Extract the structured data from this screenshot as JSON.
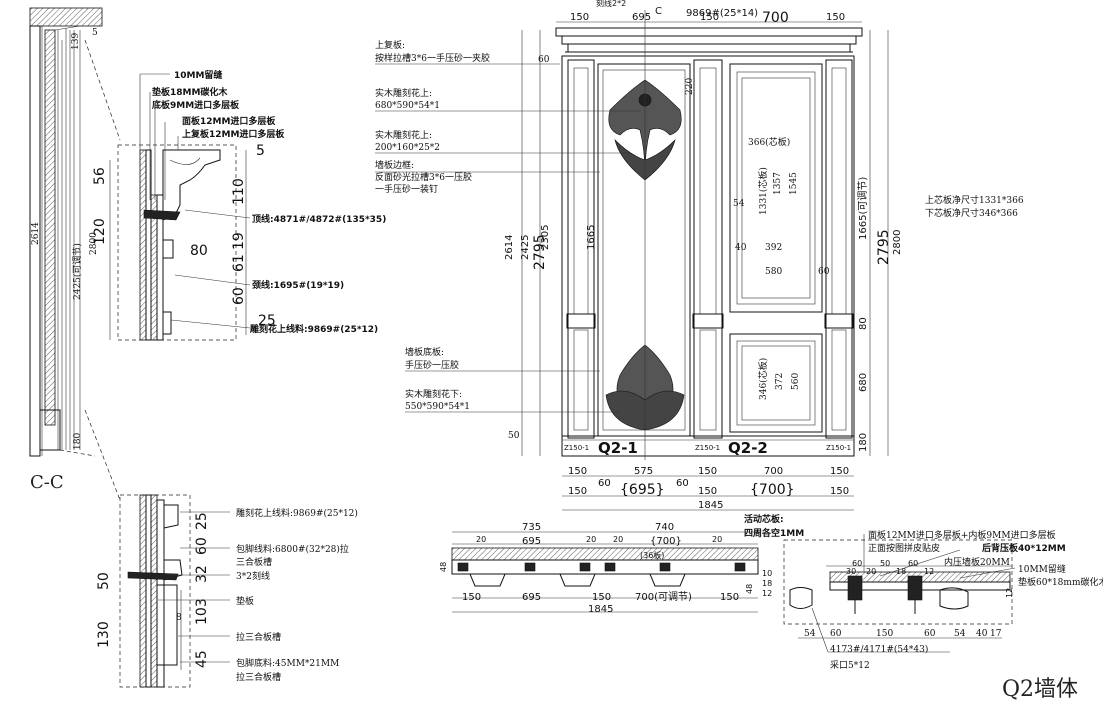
{
  "drawing": {
    "title": "Q2墙体",
    "section_label": "C-C",
    "panel_labels": [
      "Q2-1",
      "Q2-2"
    ],
    "profile_tags": [
      "Z150-1",
      "Z150-1",
      "Z150-1"
    ],
    "section_mark": "C",
    "top_callouts": {
      "line_groove": "刻线2*2",
      "top_molding": "9869#(25*14)"
    }
  },
  "left_notes": [
    {
      "label": "上复板:",
      "detail": "按样拉槽3*6一手压砂一夹胶"
    },
    {
      "label": "实木雕刻花上:",
      "detail": "680*590*54*1"
    },
    {
      "label": "实木雕刻花上:",
      "detail": "200*160*25*2"
    },
    {
      "label": "墙板边框:",
      "detail": "反面砂光拉槽3*6一压胶",
      "detail2": "一手压砂一装钉"
    },
    {
      "label": "墙板底板:",
      "detail": "手压砂一压胶"
    },
    {
      "label": "实木雕刻花下:",
      "detail": "550*590*54*1"
    }
  ],
  "right_notes": [
    "上芯板净尺寸1331*366",
    "下芯板净尺寸346*366"
  ],
  "crown_labels": [
    "10MM留缝",
    "垫板18MM碳化木",
    "底板9MM进口多层板",
    "面板12MM进口多层板",
    "上复板12MM进口多层板"
  ],
  "crown_callouts": [
    "顶线:4871#/4872#(135*35)",
    "颈线:1695#(19*19)",
    "雕刻花上线料:9869#(25*12)"
  ],
  "base_callouts": [
    "雕刻花上线料:9869#(25*12)",
    "包脚线料:6800#(32*28)拉",
    "三合板槽",
    "3*2刻线",
    "垫板",
    "拉三合板槽",
    "包脚底料:45MM*21MM",
    "拉三合板槽"
  ],
  "plan_callouts": {
    "active_core": "活动芯板:",
    "active_core_note": "四周各空1MM",
    "face_board": "面板12MM进口多层板+内板9MM进口多层板",
    "face_note": "正面按图拼皮贴皮",
    "back_strip": "后背压板40*12MM",
    "inner_wall": "内压墙板20MM",
    "gap": "10MM留缝",
    "pad": "垫板60*18mm碳化木",
    "molding": "4173#/4171#(54*43)",
    "cut": "采口5*12"
  },
  "dims": {
    "elev_bottom_row1": [
      "150",
      "575",
      "150",
      "700",
      "150"
    ],
    "elev_bottom_row2": [
      "150",
      "60",
      "{695}",
      "60",
      "150",
      "{700}",
      "150"
    ],
    "elev_total": "1845",
    "elev_top_row": [
      "150",
      "695",
      "150",
      "700",
      "150"
    ],
    "left_heights": [
      "2614",
      "2425",
      "2305",
      "1665",
      "2795"
    ],
    "right_heights": [
      "1665(可调节)",
      "2795",
      "2800",
      "80",
      "680",
      "180"
    ],
    "core_dims": [
      "366(芯板)",
      "1331(芯板)",
      "1357",
      "1545",
      "392",
      "580",
      "346(芯板)",
      "372",
      "560",
      "40",
      "54",
      "60",
      "220"
    ],
    "plan_top": [
      "735",
      "740",
      "20",
      "695",
      "20",
      "20",
      "{700}",
      "20"
    ],
    "plan_bottom": [
      "150",
      "695",
      "150",
      "700(可调节)",
      "150"
    ],
    "plan_total": "1845",
    "section_heights": [
      "2614",
      "2425(可调节)",
      "2800",
      "180",
      "56",
      "120",
      "110",
      "19",
      "61",
      "60",
      "25",
      "80",
      "5",
      "25",
      "60",
      "32",
      "103",
      "45",
      "50",
      "130",
      "8"
    ],
    "detail_bottom": [
      "54",
      "60",
      "150",
      "60",
      "54",
      "40",
      "17"
    ],
    "detail_vert": [
      "10",
      "18",
      "12",
      "48",
      "12"
    ],
    "misc": [
      "5",
      "139",
      "60",
      "50",
      "60",
      "30",
      "20",
      "18",
      "12",
      "(36板)"
    ]
  }
}
